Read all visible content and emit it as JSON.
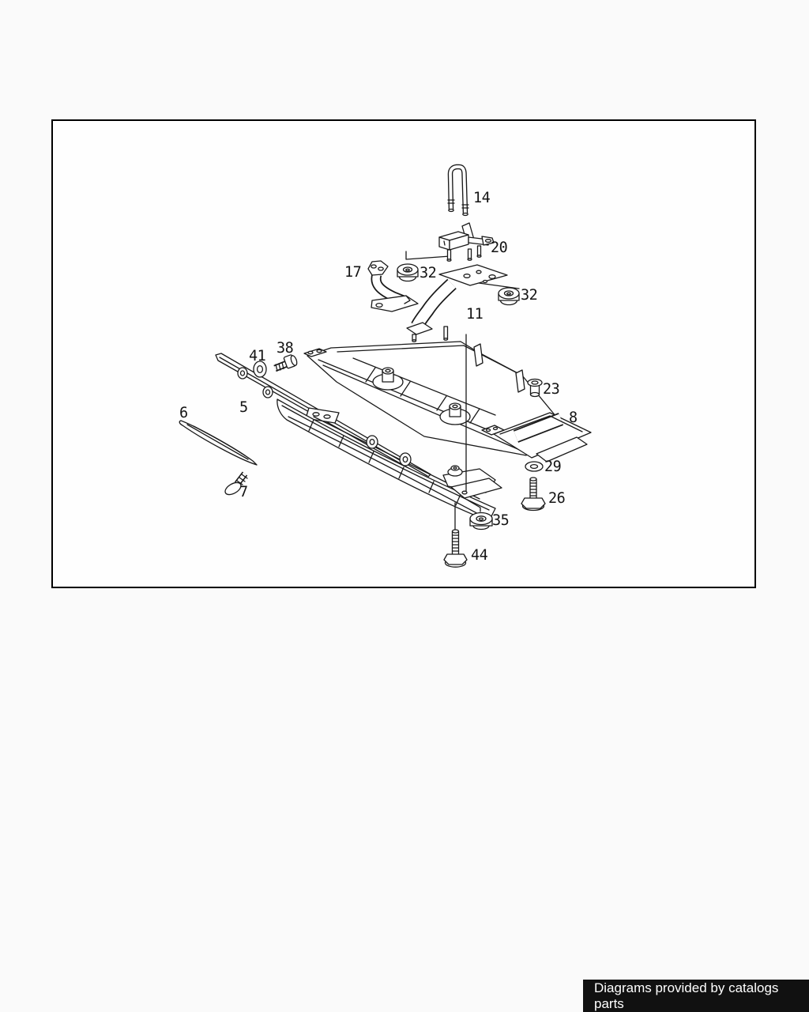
{
  "page": {
    "background": "#fafafa"
  },
  "frame": {
    "border_color": "#000000",
    "background": "#fefefe"
  },
  "diagram": {
    "type": "exploded-parts-diagram",
    "subject": "front underbody paneling and air dam with mounting hardware",
    "line_color": "#1a1a1a",
    "callouts": [
      {
        "id": "callout-14",
        "text": "14"
      },
      {
        "id": "callout-20",
        "text": "20"
      },
      {
        "id": "callout-17",
        "text": "17"
      },
      {
        "id": "callout-32-left",
        "text": "32"
      },
      {
        "id": "callout-32-right",
        "text": "32"
      },
      {
        "id": "callout-11",
        "text": "11"
      },
      {
        "id": "callout-41",
        "text": "41"
      },
      {
        "id": "callout-38",
        "text": "38"
      },
      {
        "id": "callout-5",
        "text": "5"
      },
      {
        "id": "callout-6",
        "text": "6"
      },
      {
        "id": "callout-23",
        "text": "23"
      },
      {
        "id": "callout-8",
        "text": "8"
      },
      {
        "id": "callout-29",
        "text": "29"
      },
      {
        "id": "callout-26",
        "text": "26"
      },
      {
        "id": "callout-7",
        "text": "7"
      },
      {
        "id": "callout-35",
        "text": "35"
      },
      {
        "id": "callout-44",
        "text": "44"
      }
    ]
  },
  "footer": {
    "text": "Diagrams provided by catalogs parts",
    "background": "#111111",
    "text_color": "#ffffff"
  }
}
